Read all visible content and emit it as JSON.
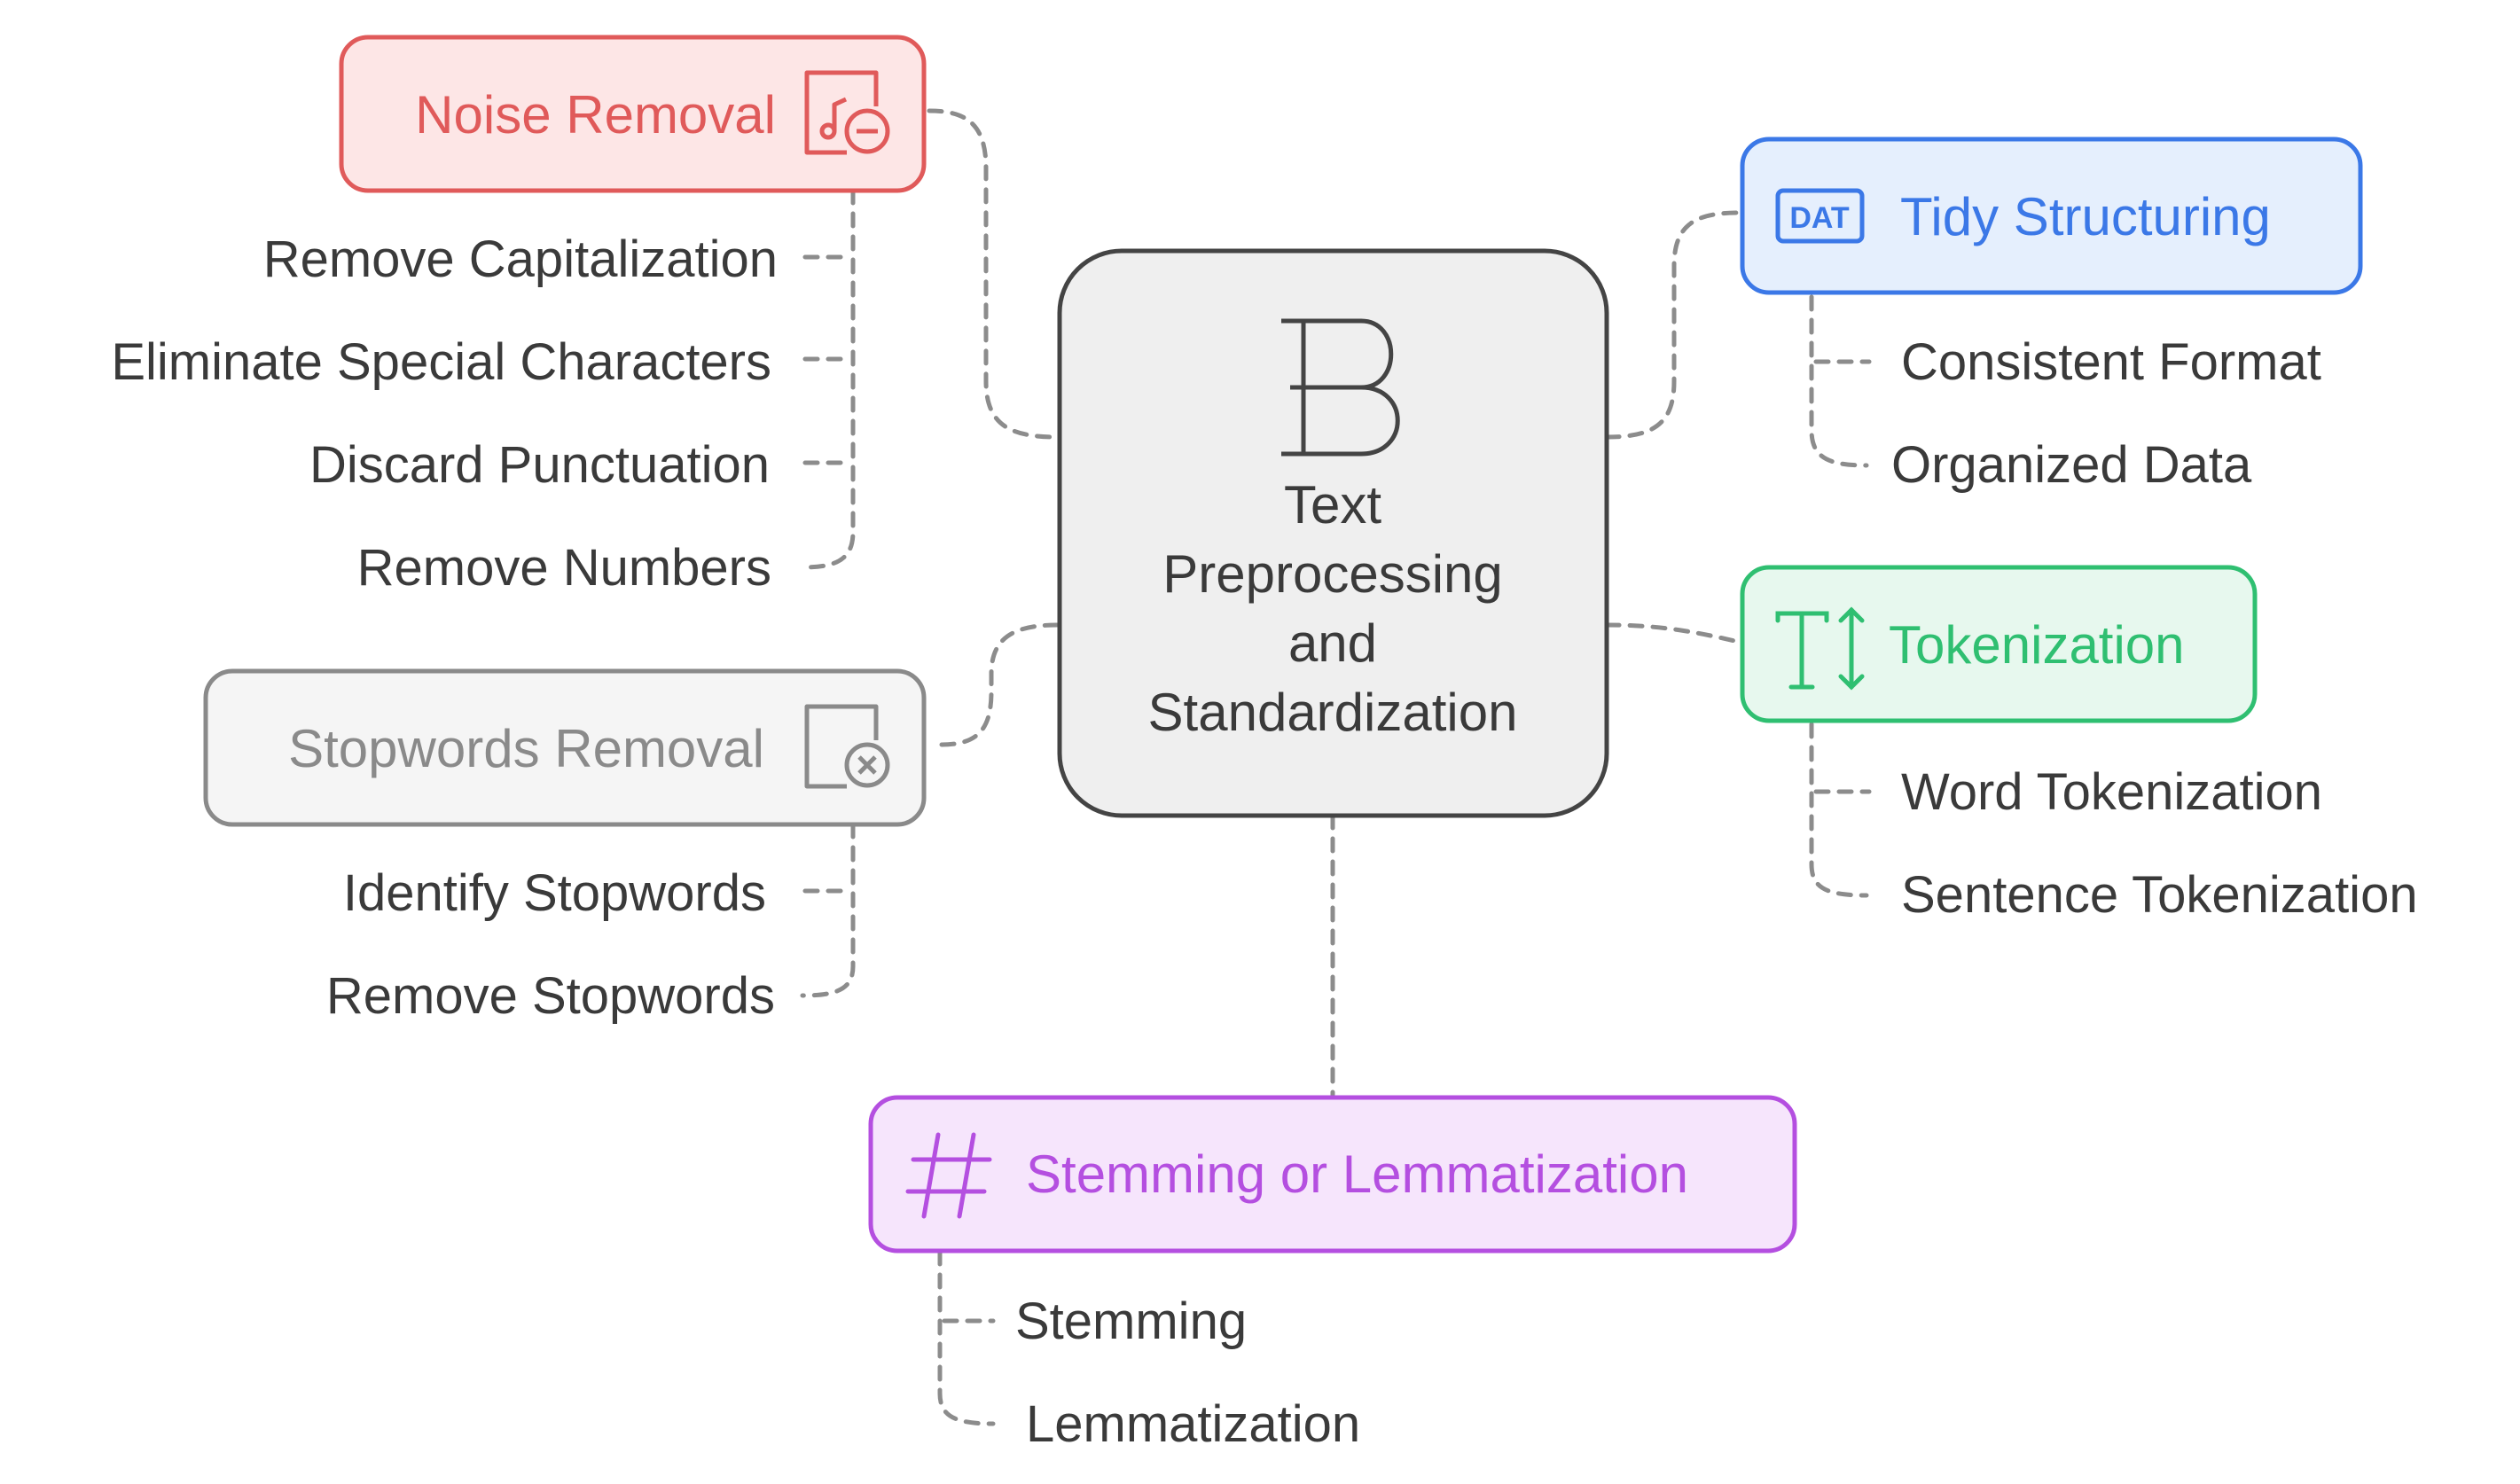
{
  "center": {
    "title_lines": [
      "Text",
      "Preprocessing",
      "and",
      "Standardization"
    ],
    "icon": "letter-b-icon"
  },
  "branches": {
    "noise": {
      "label": "Noise Removal",
      "icon": "file-music-minus-icon",
      "color": "#e05a5a",
      "fill": "#fde6e6",
      "items": [
        "Remove Capitalization",
        "Eliminate Special Characters",
        "Discard Punctuation",
        "Remove Numbers"
      ]
    },
    "stopwords": {
      "label": "Stopwords Removal",
      "icon": "file-x-icon",
      "color": "#8a8a8a",
      "fill": "#f5f5f5",
      "items": [
        "Identify Stopwords",
        "Remove Stopwords"
      ]
    },
    "tidy": {
      "label": "Tidy Structuring",
      "icon": "dat-file-icon",
      "icon_text": "DAT",
      "color": "#3b78e7",
      "fill": "#e5effd",
      "items": [
        "Consistent Format",
        "Organized Data"
      ]
    },
    "tokenization": {
      "label": "Tokenization",
      "icon": "text-height-icon",
      "color": "#2fbf71",
      "fill": "#e7f8ee",
      "items": [
        "Word Tokenization",
        "Sentence Tokenization"
      ]
    },
    "stemming": {
      "label": "Stemming or Lemmatization",
      "icon": "hashtag-icon",
      "color": "#b44fe0",
      "fill": "#f6e5fc",
      "items": [
        "Stemming",
        "Lemmatization"
      ]
    }
  },
  "colors": {
    "connector": "#8c8c8c",
    "text": "#3a3a3a",
    "center_border": "#444444",
    "center_fill": "#efefef"
  }
}
